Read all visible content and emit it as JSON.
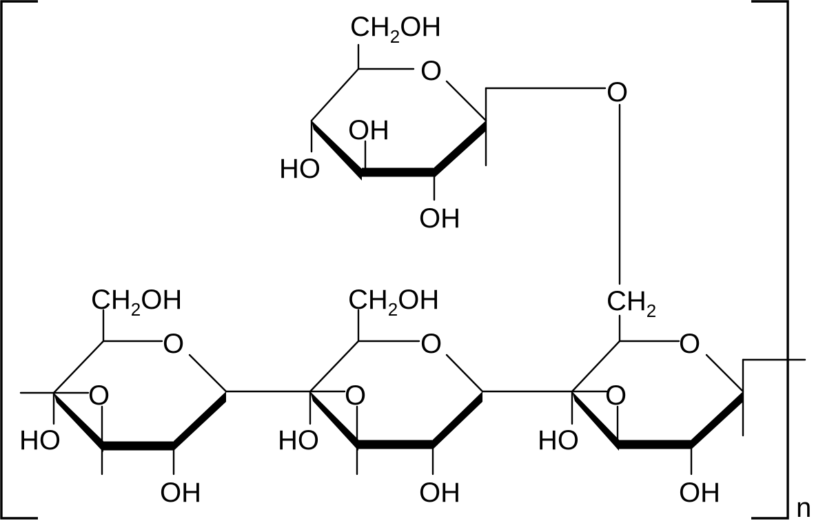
{
  "structure": {
    "labels": {
      "ch2oh": "CH",
      "ch2oh_sub": "2",
      "ch2oh_tail": "OH",
      "ring_o": "O",
      "oh": "OH",
      "ho": "HO",
      "ch2": "CH",
      "ch2_sub": "2",
      "link_o": "O"
    },
    "repeat_subscript": "n",
    "color": "#000000",
    "units": 4
  }
}
